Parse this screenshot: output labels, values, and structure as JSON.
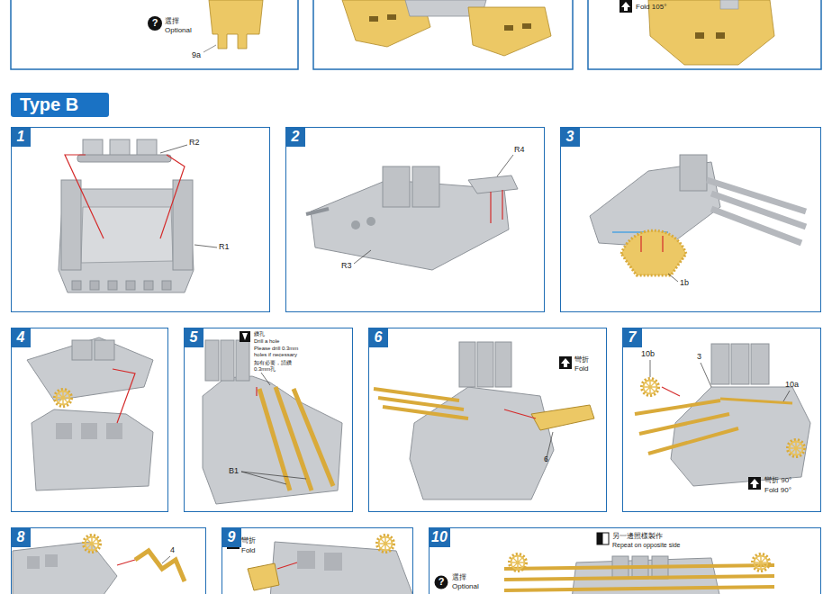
{
  "diagram": {
    "nodes": [
      {
        "text": [
          "Type B"
        ]
      },
      {
        "text": [
          "1"
        ]
      },
      {
        "text": [
          "2"
        ]
      },
      {
        "text": [
          "3"
        ]
      },
      {
        "text": [
          "4"
        ]
      },
      {
        "text": [
          "5"
        ]
      },
      {
        "text": [
          "6"
        ]
      },
      {
        "text": [
          "7"
        ]
      },
      {
        "text": [
          "8"
        ]
      },
      {
        "text": [
          "9"
        ]
      },
      {
        "text": [
          "10"
        ]
      }
    ],
    "labels": [
      "?",
      "選擇",
      "Optional",
      "9a",
      "Fold 105°",
      "R2",
      "R1",
      "R4",
      "R3",
      "1b",
      "鑽孔",
      "Drill a hole",
      "Please drill 0.3mm holes if necessary",
      "如有必要，請鑽0.3mm孔",
      "B1",
      "彎折",
      "Fold",
      "6",
      "10b",
      "3",
      "10a",
      "彎折 90°",
      "Fold 90°",
      "4",
      "彎折",
      "Fold",
      "另一邊照樣製作",
      "Repeat on opposite side",
      "?",
      "選擇",
      "Optional"
    ]
  }
}
